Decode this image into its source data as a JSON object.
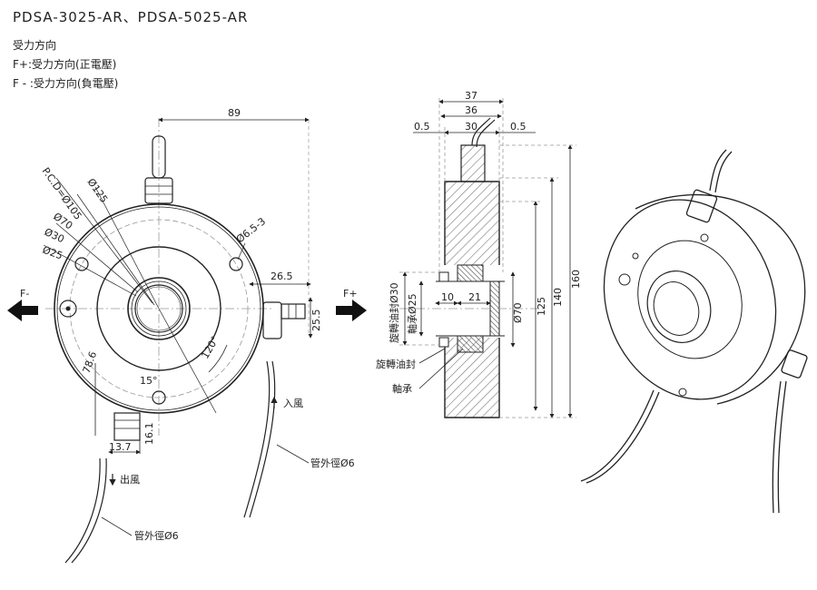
{
  "header": {
    "title": "PDSA-3025-AR、PDSA-5025-AR"
  },
  "legend": {
    "heading": "受力方向",
    "positive": "F+:受力方向(正電壓)",
    "negative": "F - :受力方向(負電壓)"
  },
  "front_view": {
    "dim_width": "89",
    "dim_pcd": "P.C.D=Ø105",
    "dim_125": "Ø125",
    "dim_70": "Ø70",
    "dim_30": "Ø30",
    "dim_25": "Ø25",
    "dim_hole": "Ø6.5-3",
    "dim_26_5": "26.5",
    "dim_25_5": "25.5",
    "dim_78_6": "78.6",
    "dim_15deg": "15°",
    "dim_120deg": "120°",
    "dim_16_1": "16.1",
    "dim_13_7": "13.7",
    "force_neg": "F-",
    "force_pos": "F+",
    "air_in": "入風",
    "air_out": "出風",
    "tube_outer_1": "管外徑Ø6",
    "tube_outer_2": "管外徑Ø6"
  },
  "side_view": {
    "dim_37": "37",
    "dim_36": "36",
    "dim_30": "30",
    "dim_0_5_left": "0.5",
    "dim_0_5_right": "0.5",
    "dim_10": "10",
    "dim_21": "21",
    "dim_phi70": "Ø70",
    "dim_125": "125",
    "dim_140": "140",
    "dim_160": "160",
    "label_seal_30": "旋轉油封Ø30",
    "label_bearing_25": "軸承Ø25",
    "label_seal": "旋轉油封",
    "label_bearing": "軸承"
  }
}
